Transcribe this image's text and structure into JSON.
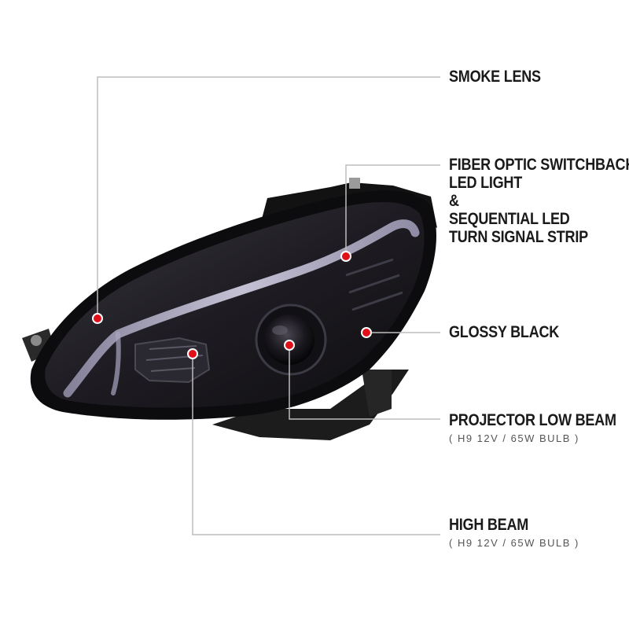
{
  "callouts": [
    {
      "id": "smoke-lens",
      "lines": [
        "SMOKE LENS"
      ]
    },
    {
      "id": "fiber-optic",
      "lines": [
        "FIBER OPTIC SWITCHBACK",
        "LED LIGHT",
        "&",
        "SEQUENTIAL LED",
        "TURN SIGNAL STRIP"
      ]
    },
    {
      "id": "glossy-black",
      "lines": [
        "GLOSSY BLACK"
      ]
    },
    {
      "id": "projector",
      "lines": [
        "PROJECTOR LOW BEAM"
      ],
      "sub": "( H9  12V / 65W  BULB )"
    },
    {
      "id": "high-beam",
      "lines": [
        "HIGH BEAM"
      ],
      "sub": "( H9  12V / 65W  BULB )"
    }
  ],
  "colors": {
    "marker": "#e0101a",
    "leader_line": "#bdbdbd",
    "housing": "#141414",
    "lens": "#232128",
    "drl_glow": "#c9c6dc"
  }
}
